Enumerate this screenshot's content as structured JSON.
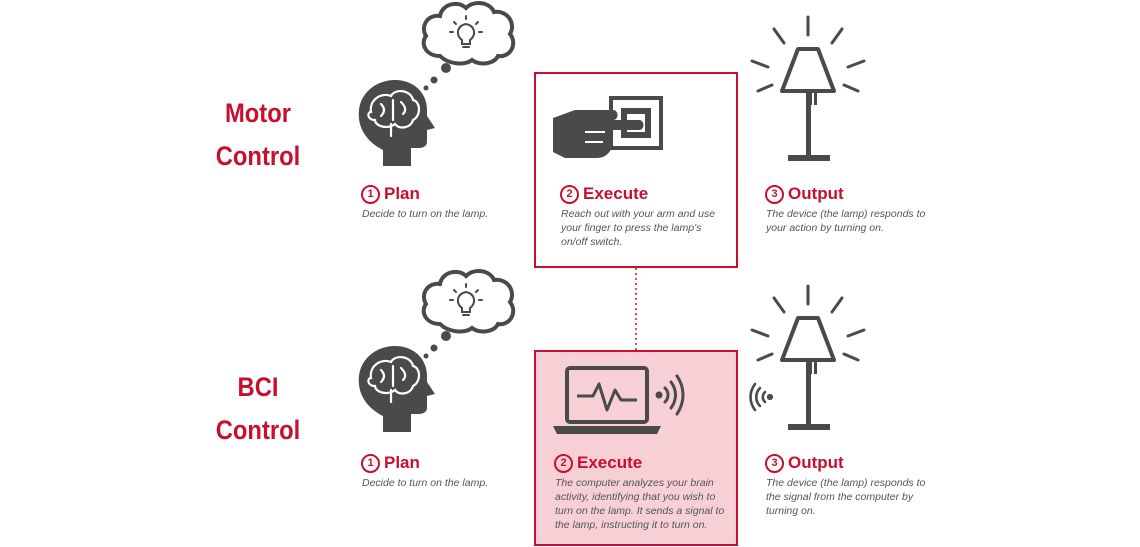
{
  "rows": {
    "motor": {
      "label_line1": "Motor",
      "label_line2": "Control",
      "plan": {
        "number": "1",
        "title": "Plan",
        "description": "Decide to turn on the lamp."
      },
      "execute": {
        "number": "2",
        "title": "Execute",
        "description": "Reach out with your arm and use your finger to press the lamp's on/off switch."
      },
      "output": {
        "number": "3",
        "title": "Output",
        "description": "The device (the lamp) responds to your action by turning on."
      }
    },
    "bci": {
      "label_line1": "BCI",
      "label_line2": "Control",
      "plan": {
        "number": "1",
        "title": "Plan",
        "description": "Decide to turn on the lamp."
      },
      "execute": {
        "number": "2",
        "title": "Execute",
        "description": "The computer analyzes your brain activity, identifying that you wish to turn on the lamp. It sends a signal to the lamp, instructing it to turn on."
      },
      "output": {
        "number": "3",
        "title": "Output",
        "description": "The device (the lamp) responds to the signal from the computer by turning on."
      }
    }
  },
  "colors": {
    "accent": "#c8102e",
    "icon": "#4a4a4a",
    "highlight_fill": "#f7d0d6"
  },
  "icons": [
    "head-brain-icon",
    "thought-bubble-lightbulb-icon",
    "hand-press-switch-icon",
    "lamp-light-icon",
    "laptop-signal-icon",
    "wireless-signal-icon"
  ]
}
